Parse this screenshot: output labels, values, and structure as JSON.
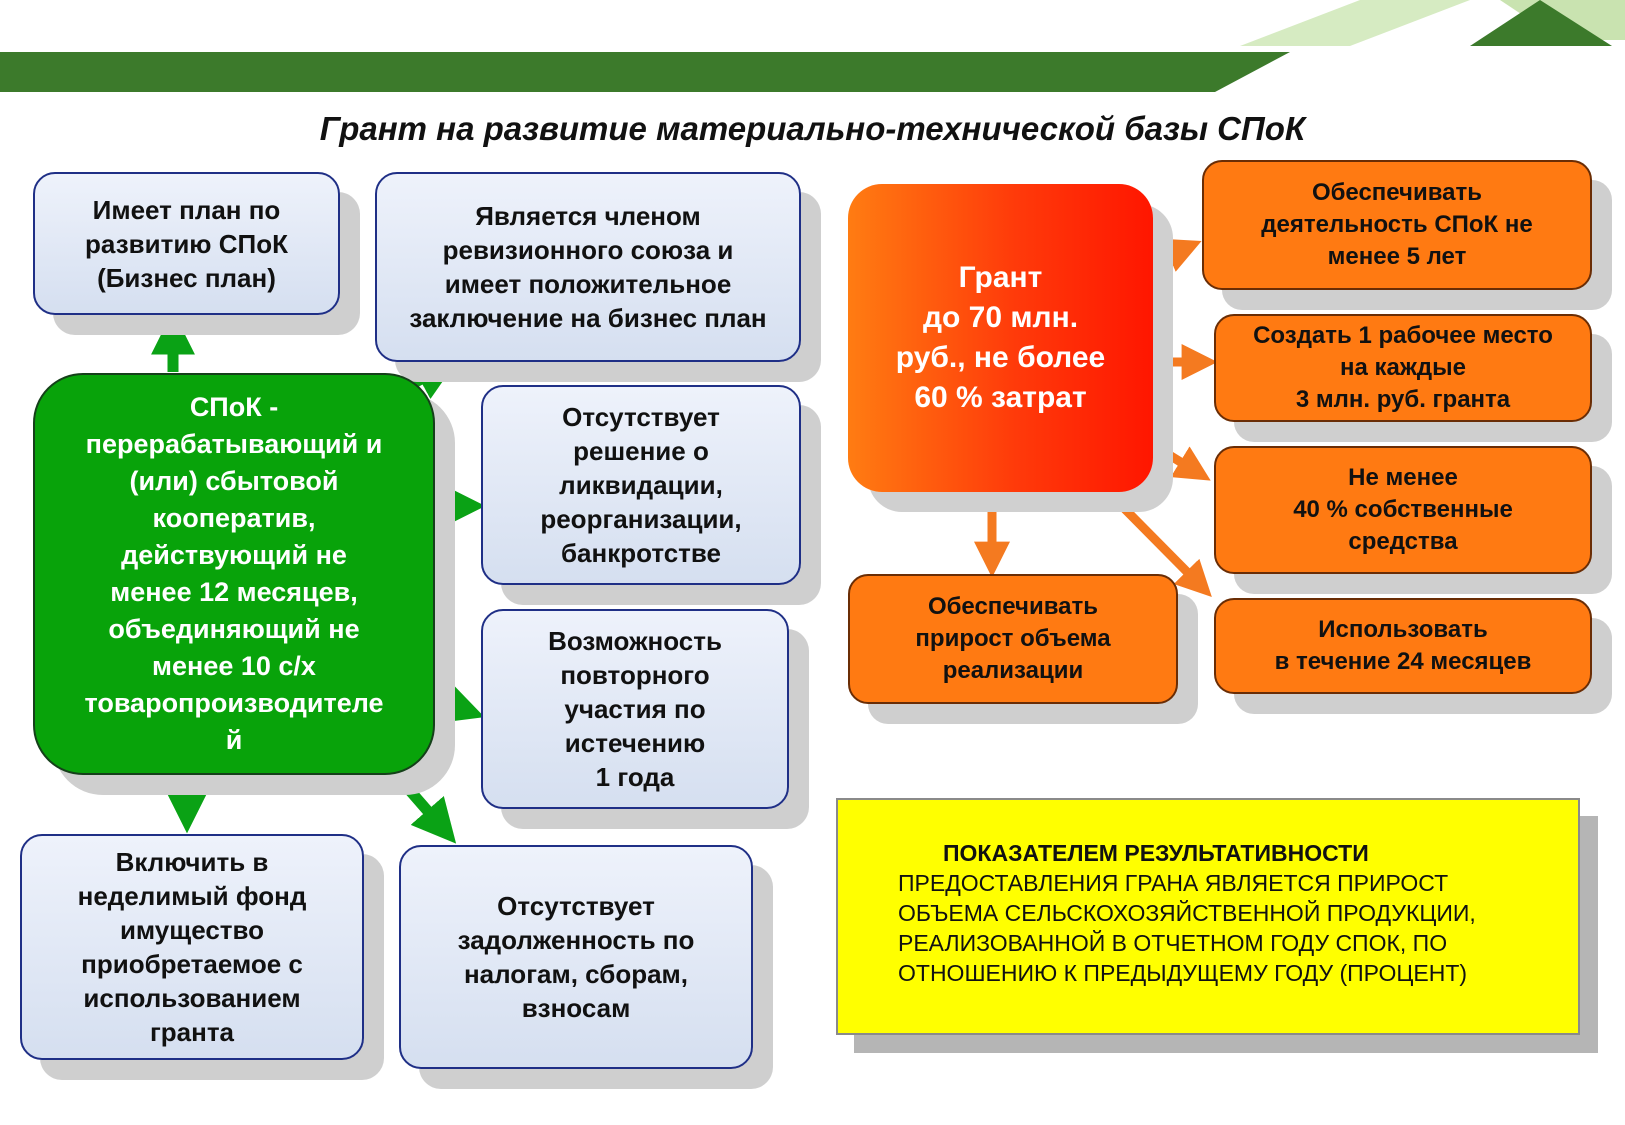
{
  "title": "Грант на развитие материально-технической базы СПоК",
  "colors": {
    "header_band": "#3c7a2b",
    "header_light": "#c9e3b0",
    "green_arrow": "#0aa215",
    "orange_arrow": "#f47a20",
    "cooperative_box": "#08a30a",
    "requirement_box": "#dbe4f3",
    "obligation_box": "#ff7a12",
    "indicator_box": "#ffff00"
  },
  "cooperative": {
    "text": "СПоК -\nперерабатывающий и\n(или) сбытовой\nкооператив,\nдействующий не\nменее 12 месяцев,\nобъединяющий не\nменее 10 с/х\nтоваропроизводителе\nй"
  },
  "requirements": {
    "business_plan": "Имеет план по\nразвитию СПоК\n(Бизнес план)",
    "audit_union": "Является членом\nревизионного союза и\nимеет положительное\nзаключение на бизнес план",
    "no_liquidation": "Отсутствует\nрешение о\nликвидации,\nреорганизации,\nбанкротстве",
    "repeat_participation": "Возможность\nповторного\nучастия по\nистечению\n1 года",
    "indivisible_fund": "Включить в\nнеделимый фонд\nимущество\nприобретаемое с\nиспользованием\nгранта",
    "no_tax_debt": "Отсутствует\nзадолженность по\nналогам, сборам,\nвзносам"
  },
  "grant": {
    "text": "Грант\nдо 70 млн.\nруб., не более\n60 % затрат"
  },
  "obligations": {
    "operate_5_years": "Обеспечивать\nдеятельность СПоК не\nменее 5 лет",
    "create_jobs": "Создать 1 рабочее место\nна каждые\n3 млн. руб. гранта",
    "own_funds": "Не менее\n40 % собственные\nсредства",
    "use_24_months": "Использовать\nв течение 24 месяцев",
    "sales_growth": "Обеспечивать\nприрост объема\nреализации"
  },
  "indicator": {
    "heading": "ПОКАЗАТЕЛЕМ РЕЗУЛЬТАТИВНОСТИ",
    "body": "ПРЕДОСТАВЛЕНИЯ ГРАНА ЯВЛЯЕТСЯ ПРИРОСТ\nОБЪЕМА СЕЛЬСКОХОЗЯЙСТВЕННОЙ ПРОДУКЦИИ,\nРЕАЛИЗОВАННОЙ В ОТЧЕТНОМ ГОДУ СПОК, ПО\nОТНОШЕНИЮ К ПРЕДЫДУЩЕМУ ГОДУ (ПРОЦЕНТ)"
  }
}
